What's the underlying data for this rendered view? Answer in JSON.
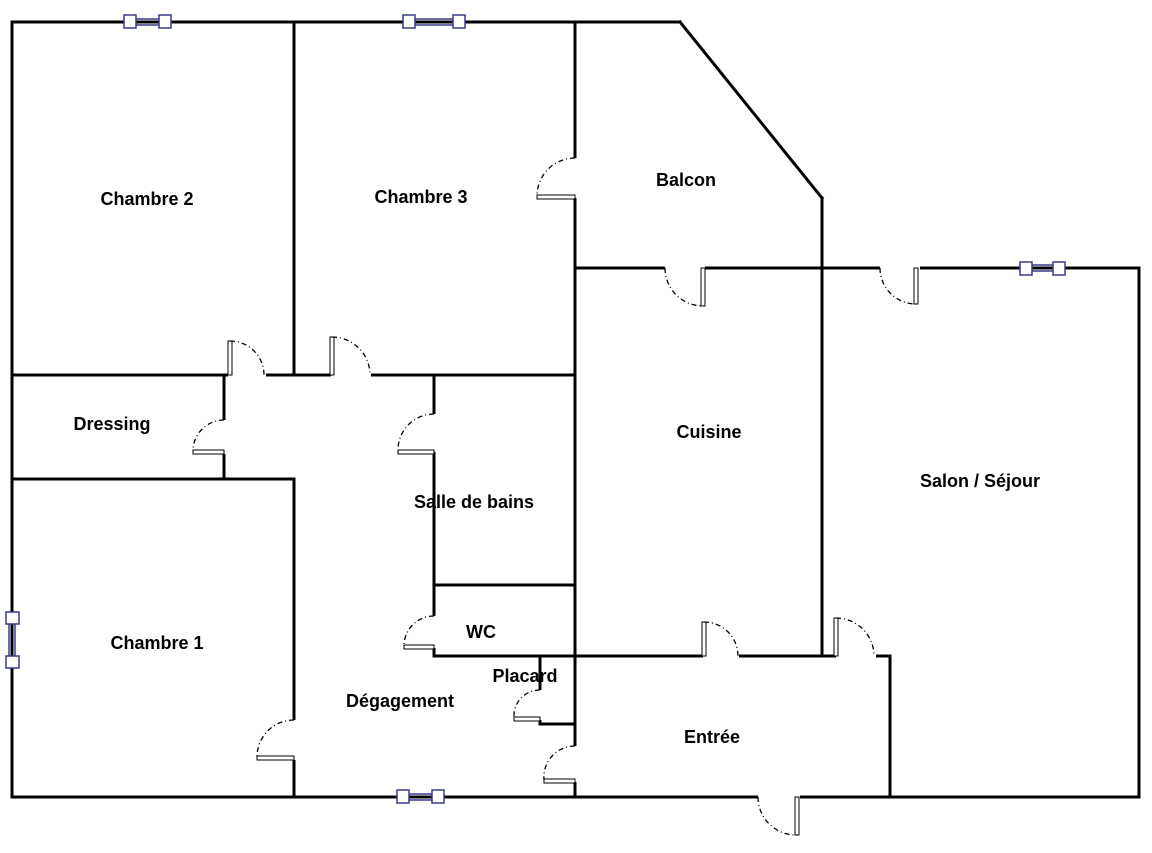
{
  "plan": {
    "rooms": [
      {
        "id": "chambre-2",
        "label": "Chambre 2"
      },
      {
        "id": "chambre-3",
        "label": "Chambre 3"
      },
      {
        "id": "balcon",
        "label": "Balcon"
      },
      {
        "id": "dressing",
        "label": "Dressing"
      },
      {
        "id": "cuisine",
        "label": "Cuisine"
      },
      {
        "id": "salon",
        "label": "Salon / Séjour"
      },
      {
        "id": "salle-de-bains",
        "label": "Salle de bains"
      },
      {
        "id": "chambre-1",
        "label": "Chambre 1"
      },
      {
        "id": "wc",
        "label": "WC"
      },
      {
        "id": "placard",
        "label": "Placard"
      },
      {
        "id": "degagement",
        "label": "Dégagement"
      },
      {
        "id": "entree",
        "label": "Entrée"
      }
    ],
    "colors": {
      "wall": "#000000",
      "window": "#3a3a8c",
      "background": "#ffffff"
    }
  }
}
